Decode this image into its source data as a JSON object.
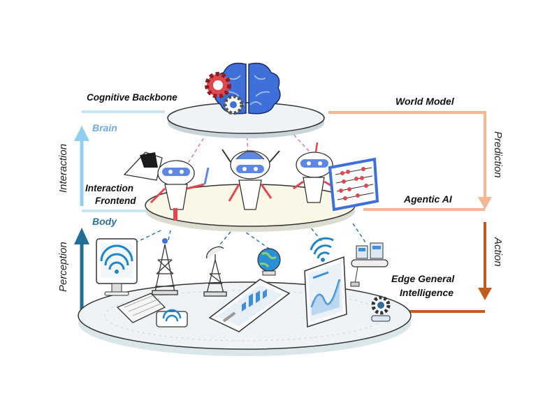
{
  "layers": {
    "top": {
      "title": "Cognitive Backbone",
      "tag": "Brain"
    },
    "middle": {
      "title_line1": "Interaction",
      "title_line2": "Frontend",
      "tag": "Body"
    },
    "bottom": {}
  },
  "right_labels": {
    "world_model": "World Model",
    "agentic_ai": "Agentic AI",
    "edge_line1": "Edge General",
    "edge_line2": "Intelligence"
  },
  "left_arrows": {
    "interaction": "Interaction",
    "perception": "Perception"
  },
  "right_arrows": {
    "prediction": "Prediction",
    "action": "Action"
  },
  "colors": {
    "brain_tag": "#6fa8d9",
    "body_tag": "#2f6f9a",
    "interaction_arrow": "#8fd0ee",
    "perception_arrow": "#1f6f98",
    "prediction_arrow": "#f2b894",
    "action_arrow": "#c35a1f",
    "brain_blue": "#3f6fd8",
    "gear_red": "#e0484f",
    "robot_accent": "#5f86e0",
    "plate_fill": "#e8f0f3",
    "middle_plate_fill": "#fbf7e6",
    "dashed_pink": "#d070c8",
    "dashed_teal": "#2a7090"
  },
  "icons": [
    "brain-icon",
    "gear-icon",
    "robot-icon",
    "abacus-icon",
    "monitor-wifi-icon",
    "keyboard-icon",
    "router-icon",
    "tower-icon",
    "satellite-dish-icon",
    "globe-icon",
    "smartphone-chart-icon",
    "tablet-chart-icon",
    "wifi-icon",
    "conveyor-icon",
    "gear-stack-icon"
  ]
}
